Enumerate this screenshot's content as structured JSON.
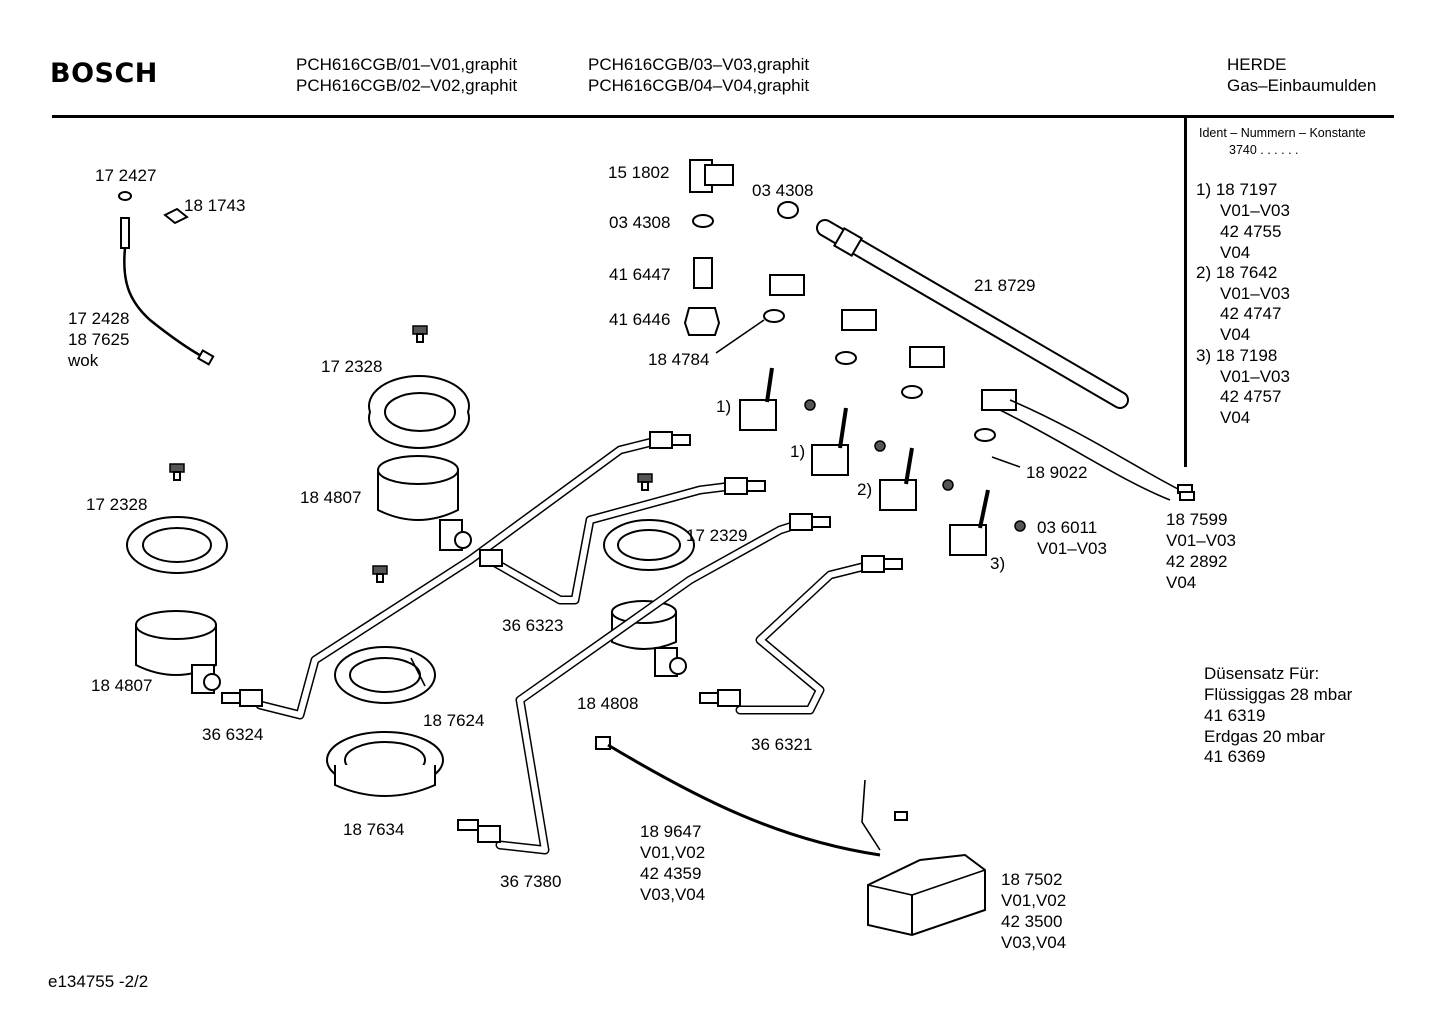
{
  "header": {
    "brand": "BOSCH",
    "models": [
      "PCH616CGB/01–V01,graphit",
      "PCH616CGB/02–V02,graphit",
      "PCH616CGB/03–V03,graphit",
      "PCH616CGB/04–V04,graphit"
    ],
    "category": "HERDE",
    "subcategory": "Gas–Einbaumulden"
  },
  "ident": {
    "title": "Ident – Nummern – Konstante",
    "value": "3740  .  .     .  .  .  .",
    "entries": [
      "1)  18 7197",
      "V01–V03",
      "42 4755",
      "V04",
      "2)  18 7642",
      "V01–V03",
      "42 4747",
      "V04",
      "3)  18 7198",
      "V01–V03",
      "42 4757",
      "V04"
    ]
  },
  "nozzle": {
    "lines": [
      "Düsensatz Für:",
      "Flüssiggas 28 mbar",
      "41 6319",
      "Erdgas 20 mbar",
      "41 6369"
    ]
  },
  "footer": {
    "doc_id": "e134755  -2/2"
  },
  "labels": {
    "p172427": "17 2427",
    "p181743": "18 1743",
    "p172428": "17 2428",
    "p187625": "18 7625",
    "wok": "wok",
    "p172328a": "17 2328",
    "p172328b": "17 2328",
    "p184807a": "18 4807",
    "p184807b": "18 4807",
    "p151802": "15 1802",
    "p034308a": "03 4308",
    "p034308b": "03 4308",
    "p416447": "41 6447",
    "p416446": "41 6446",
    "p184784": "18 4784",
    "p218729": "21 8729",
    "valve1a": "1)",
    "valve1b": "1)",
    "valve2": "2)",
    "valve3": "3)",
    "p189022": "18 9022",
    "p036011": "03 6011",
    "p036011v": "V01–V03",
    "p187599": [
      "18 7599",
      "V01–V03",
      "42 2892",
      "V04"
    ],
    "p172329": "17 2329",
    "p366323": "36 6323",
    "p184808": "18 4808",
    "p187624": "18 7624",
    "p366324": "36 6324",
    "p366321": "36 6321",
    "p187634": "18 7634",
    "p367380": "36 7380",
    "p189647": [
      "18 9647",
      "V01,V02",
      "42 4359",
      "V03,V04"
    ],
    "p187502": [
      "18 7502",
      "V01,V02",
      "42 3500",
      "V03,V04"
    ]
  }
}
